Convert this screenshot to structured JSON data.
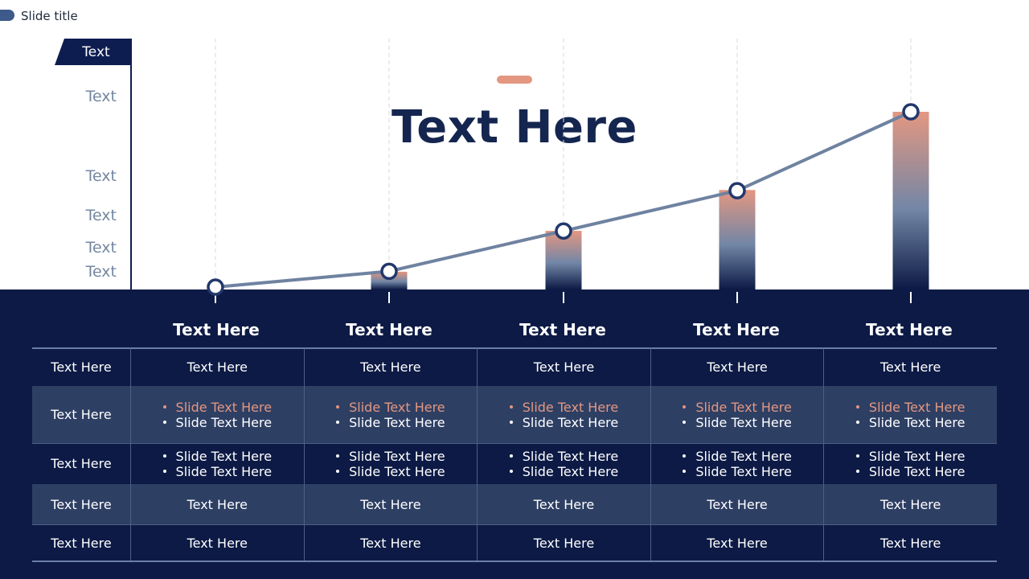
{
  "slide_title": "Slide title",
  "main_title": "Text Here",
  "y_axis": {
    "header": "Text",
    "tick_labels": [
      "Text",
      "Text",
      "Text",
      "Text",
      "Text"
    ]
  },
  "colors": {
    "navy": "#0c1a45",
    "accent": "#e39781",
    "line": "#6f82a0",
    "row_alt": "#2e3f64"
  },
  "chart_data": {
    "type": "bar",
    "categories": [
      "Text Here",
      "Text Here",
      "Text Here",
      "Text Here",
      "Text Here"
    ],
    "series": [
      {
        "values": [
          0.0,
          0.1,
          0.33,
          0.56,
          1.0
        ]
      }
    ],
    "line_values": [
      0.0,
      0.09,
      0.32,
      0.55,
      1.0
    ],
    "ylim": [
      0,
      1
    ]
  },
  "table": {
    "column_headers": [
      "Text Here",
      "Text Here",
      "Text Here",
      "Text Here",
      "Text Here"
    ],
    "rows": [
      {
        "label": "Text Here",
        "type": "text",
        "cells": [
          "Text Here",
          "Text Here",
          "Text Here",
          "Text Here",
          "Text Here"
        ]
      },
      {
        "label": "Text Here",
        "type": "bullets",
        "cells": [
          [
            {
              "t": "Slide Text Here",
              "accent": true
            },
            {
              "t": "Slide Text Here",
              "accent": false
            }
          ],
          [
            {
              "t": "Slide Text Here",
              "accent": true
            },
            {
              "t": "Slide Text Here",
              "accent": false
            }
          ],
          [
            {
              "t": "Slide Text Here",
              "accent": true
            },
            {
              "t": "Slide Text Here",
              "accent": false
            }
          ],
          [
            {
              "t": "Slide Text Here",
              "accent": true
            },
            {
              "t": "Slide Text Here",
              "accent": false
            }
          ],
          [
            {
              "t": "Slide Text Here",
              "accent": true
            },
            {
              "t": "Slide Text Here",
              "accent": false
            }
          ]
        ]
      },
      {
        "label": "Text Here",
        "type": "bullets",
        "cells": [
          [
            {
              "t": "Slide Text Here",
              "accent": false
            },
            {
              "t": "Slide Text Here",
              "accent": false
            }
          ],
          [
            {
              "t": "Slide Text Here",
              "accent": false
            },
            {
              "t": "Slide Text Here",
              "accent": false
            }
          ],
          [
            {
              "t": "Slide Text Here",
              "accent": false
            },
            {
              "t": "Slide Text Here",
              "accent": false
            }
          ],
          [
            {
              "t": "Slide Text Here",
              "accent": false
            },
            {
              "t": "Slide Text Here",
              "accent": false
            }
          ],
          [
            {
              "t": "Slide Text Here",
              "accent": false
            },
            {
              "t": "Slide Text Here",
              "accent": false
            }
          ]
        ]
      },
      {
        "label": "Text Here",
        "type": "text",
        "cells": [
          "Text Here",
          "Text Here",
          "Text Here",
          "Text Here",
          "Text Here"
        ]
      },
      {
        "label": "Text Here",
        "type": "text",
        "cells": [
          "Text Here",
          "Text Here",
          "Text Here",
          "Text Here",
          "Text Here"
        ]
      }
    ]
  }
}
